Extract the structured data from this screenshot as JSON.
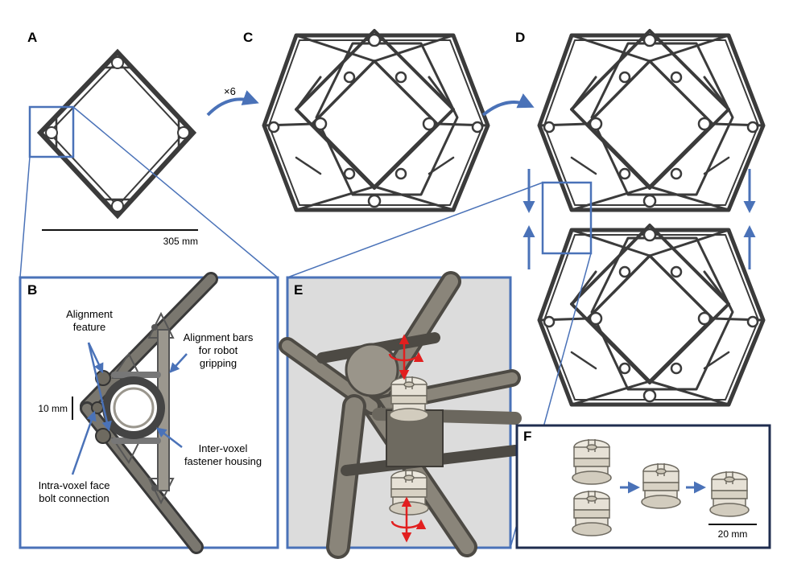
{
  "colors": {
    "accent": "#4a72b8",
    "frame": "#3b3b3b",
    "part": "#e6e1d6",
    "partDark": "#b8b2a4",
    "rotation": "#e21f1f",
    "panelBg": "#d8d8d8"
  },
  "panels": {
    "a": "A",
    "b": "B",
    "c": "C",
    "d": "D",
    "e": "E",
    "f": "F"
  },
  "labels": {
    "multiplier": "×6",
    "scale_a": "305 mm",
    "scale_b": "10 mm",
    "scale_f": "20 mm",
    "alignment_feature": "Alignment\nfeature",
    "alignment_bars": "Alignment bars\nfor robot\ngripping",
    "fastener_housing": "Inter-voxel\nfastener housing",
    "bolt_connection": "Intra-voxel face\nbolt connection"
  }
}
